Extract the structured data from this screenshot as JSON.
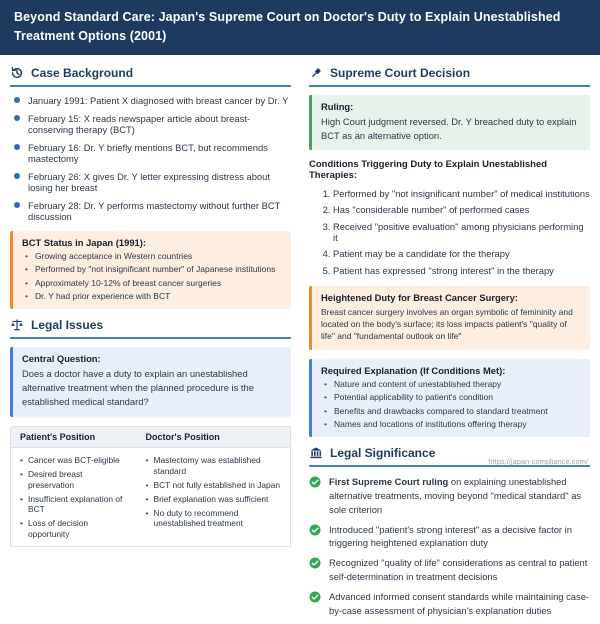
{
  "header": {
    "title": "Beyond Standard Care: Japan's Supreme Court on Doctor's Duty to Explain Unestablished Treatment Options (2001)"
  },
  "colors": {
    "header_bg": "#1e3a5f",
    "section_underline": "#4a7fb5",
    "bullet_blue": "#2e6db4",
    "accent_orange": "#e98b2f",
    "accent_green": "#4ba06a",
    "accent_blue": "#3e7fd4",
    "check_green": "#34a853"
  },
  "case_background": {
    "icon": "history-icon",
    "title": "Case Background",
    "timeline": [
      "January 1991: Patient X diagnosed with breast cancer by Dr. Y",
      "February 15: X reads newspaper article about breast-conserving therapy (BCT)",
      "February 16: Dr. Y briefly mentions BCT, but recommends mastectomy",
      "February 26: X gives Dr. Y letter expressing distress about losing her breast",
      "February 28: Dr. Y performs mastectomy without further BCT discussion"
    ],
    "bct_status": {
      "title": "BCT Status in Japan (1991):",
      "items": [
        "Growing acceptance in Western countries",
        "Performed by \"not insignificant number\" of Japanese institutions",
        "Approximately 10-12% of breast cancer surgeries",
        "Dr. Y had prior experience with BCT"
      ]
    }
  },
  "legal_issues": {
    "icon": "scales-icon",
    "title": "Legal Issues",
    "central_question": {
      "label": "Central Question:",
      "text": "Does a doctor have a duty to explain an unestablished alternative treatment when the planned procedure is the established medical standard?"
    },
    "positions": {
      "patient_header": "Patient's Position",
      "doctor_header": "Doctor's Position",
      "patient_items": [
        "Cancer was BCT-eligible",
        "Desired breast preservation",
        "Insufficient explanation of BCT",
        "Loss of decision opportunity"
      ],
      "doctor_items": [
        "Mastectomy was established standard",
        "BCT not fully established in Japan",
        "Brief explanation was sufficient",
        "No duty to recommend unestablished treatment"
      ]
    }
  },
  "supreme_court": {
    "icon": "gavel-icon",
    "title": "Supreme Court Decision",
    "ruling": {
      "label": "Ruling:",
      "text": "High Court judgment reversed. Dr. Y breached duty to explain BCT as an alternative option."
    },
    "conditions_heading": "Conditions Triggering Duty to Explain Unestablished Therapies:",
    "conditions": [
      "Performed by \"not insignificant number\" of medical institutions",
      "Has \"considerable number\" of performed cases",
      "Received \"positive evaluation\" among physicians performing it",
      "Patient may be a candidate for the therapy",
      "Patient has expressed \"strong interest\" in the therapy"
    ],
    "heightened_duty": {
      "label": "Heightened Duty for Breast Cancer Surgery:",
      "text": "Breast cancer surgery involves an organ symbolic of femininity and located on the body's surface; its loss impacts patient's \"quality of life\" and \"fundamental outlook on life\""
    },
    "required_explanation": {
      "label": "Required Explanation (If Conditions Met):",
      "items": [
        "Nature and content of unestablished therapy",
        "Potential applicability to patient's condition",
        "Benefits and drawbacks compared to standard treatment",
        "Names and locations of institutions offering therapy"
      ]
    }
  },
  "legal_significance": {
    "icon": "bank-icon",
    "title": "Legal Significance",
    "items": [
      {
        "bold": "First Supreme Court ruling",
        "text": " on explaining unestablished alternative treatments, moving beyond \"medical standard\" as sole criterion"
      },
      {
        "bold": "",
        "text": "Introduced \"patient's strong interest\" as a decisive factor in triggering heightened explanation duty"
      },
      {
        "bold": "",
        "text": "Recognized \"quality of life\" considerations as central to patient self-determination in treatment decisions"
      },
      {
        "bold": "",
        "text": "Advanced informed consent standards while maintaining case-by-case assessment of physician's explanation duties"
      }
    ]
  },
  "footer": {
    "url": "https://japan-compliance.com/"
  }
}
